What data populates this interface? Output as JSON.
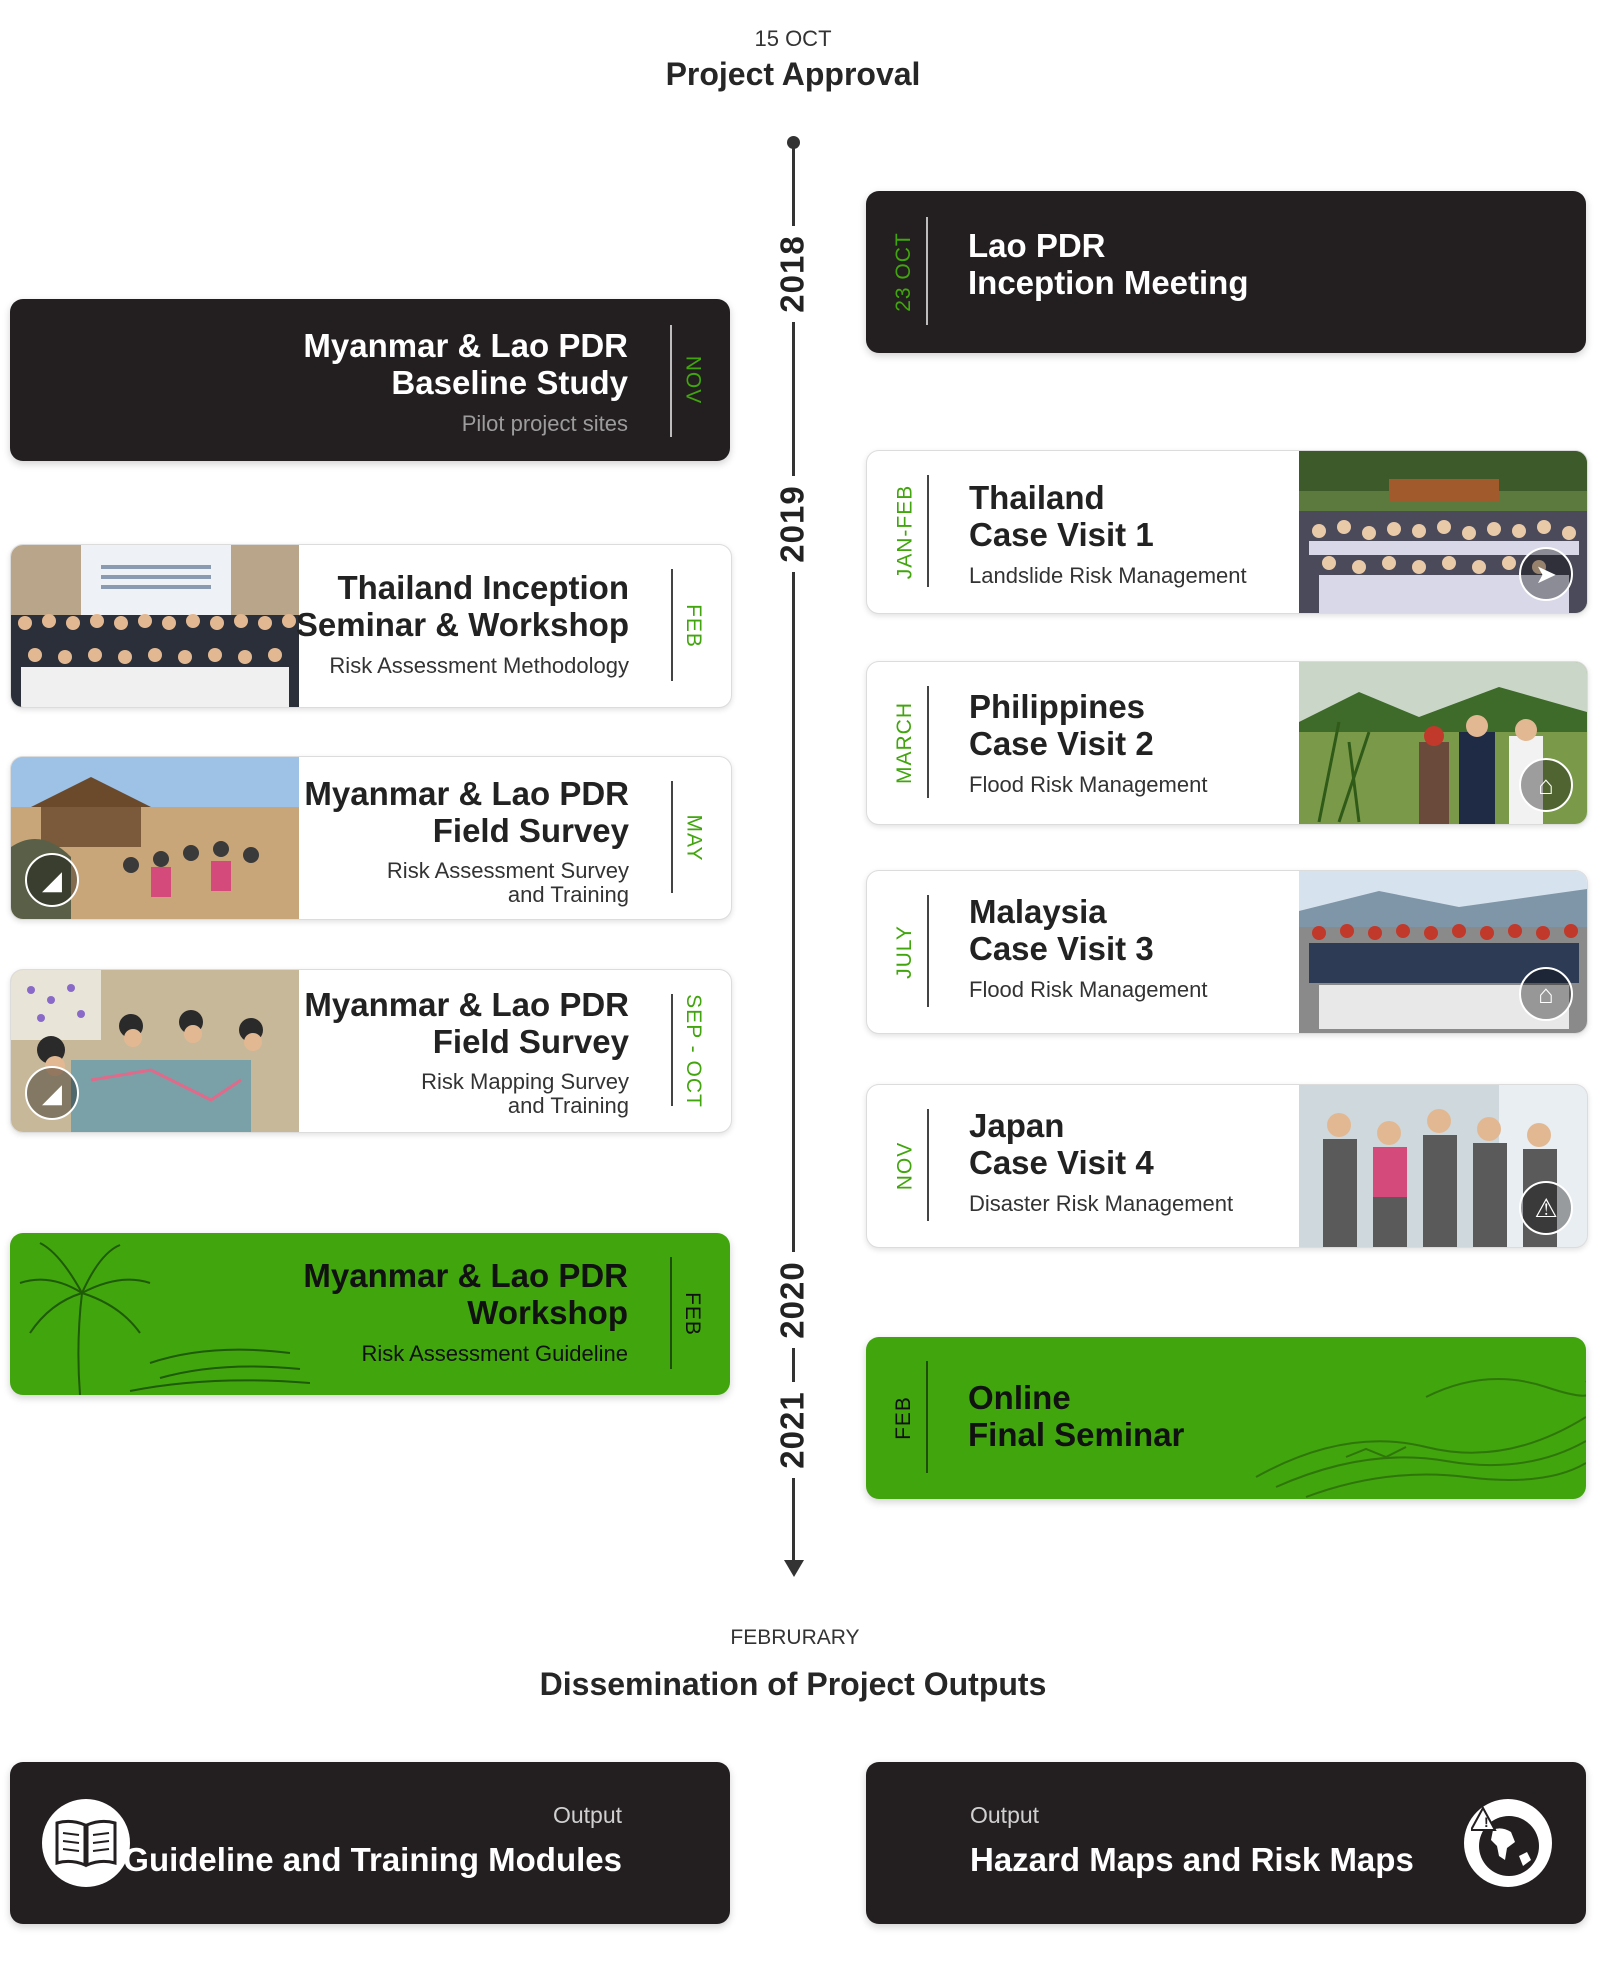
{
  "header": {
    "date": "15 OCT",
    "title": "Project Approval"
  },
  "timeline": {
    "years": [
      "2018",
      "2019",
      "2020",
      "2021"
    ]
  },
  "events_right": [
    {
      "month": "23 OCT",
      "title_line1": "Lao PDR",
      "title_line2": "Inception Meeting",
      "subtitle": ""
    },
    {
      "month": "JAN-FEB",
      "title_line1": "Thailand",
      "title_line2": "Case Visit 1",
      "subtitle": "Landslide Risk Management",
      "badge_icon": "cursor-icon"
    },
    {
      "month": "MARCH",
      "title_line1": "Philippines",
      "title_line2": "Case Visit 2",
      "subtitle": "Flood Risk Management",
      "badge_icon": "flood-house-icon"
    },
    {
      "month": "JULY",
      "title_line1": "Malaysia",
      "title_line2": "Case Visit 3",
      "subtitle": "Flood Risk Management",
      "badge_icon": "flood-house-icon"
    },
    {
      "month": "NOV",
      "title_line1": "Japan",
      "title_line2": "Case Visit 4",
      "subtitle": "Disaster Risk Management",
      "badge_icon": "warning-icon"
    },
    {
      "month": "FEB",
      "title_line1": "Online",
      "title_line2": "Final Seminar",
      "subtitle": ""
    }
  ],
  "events_left": [
    {
      "month": "NOV",
      "title_line1": "Myanmar & Lao PDR",
      "title_line2": "Baseline Study",
      "subtitle": "Pilot project sites"
    },
    {
      "month": "FEB",
      "title_line1": "Thailand Inception",
      "title_line2": "Seminar & Workshop",
      "subtitle": "Risk Assessment Methodology"
    },
    {
      "month": "MAY",
      "title_line1": "Myanmar & Lao PDR",
      "title_line2": "Field Survey",
      "subtitle_line1": "Risk Assessment Survey",
      "subtitle_line2": "and Training",
      "badge_icon": "landslide-icon"
    },
    {
      "month": "SEP - OCT",
      "title_line1": "Myanmar & Lao PDR",
      "title_line2": "Field Survey",
      "subtitle_line1": "Risk Mapping Survey",
      "subtitle_line2": "and Training",
      "badge_icon": "landslide-icon"
    },
    {
      "month": "FEB",
      "title_line1": "Myanmar & Lao PDR",
      "title_line2": "Workshop",
      "subtitle": "Risk Assessment Guideline"
    }
  ],
  "footer": {
    "date": "FEBRURARY",
    "title": "Dissemination of Project Outputs",
    "outputs": [
      {
        "label": "Output",
        "title": "Guideline and Training Modules",
        "icon": "book-icon"
      },
      {
        "label": "Output",
        "title": "Hazard Maps and Risk Maps",
        "icon": "globe-warning-icon"
      }
    ]
  },
  "colors": {
    "dark": "#231f20",
    "green": "#41a50d",
    "accent_text": "#41a50d"
  }
}
